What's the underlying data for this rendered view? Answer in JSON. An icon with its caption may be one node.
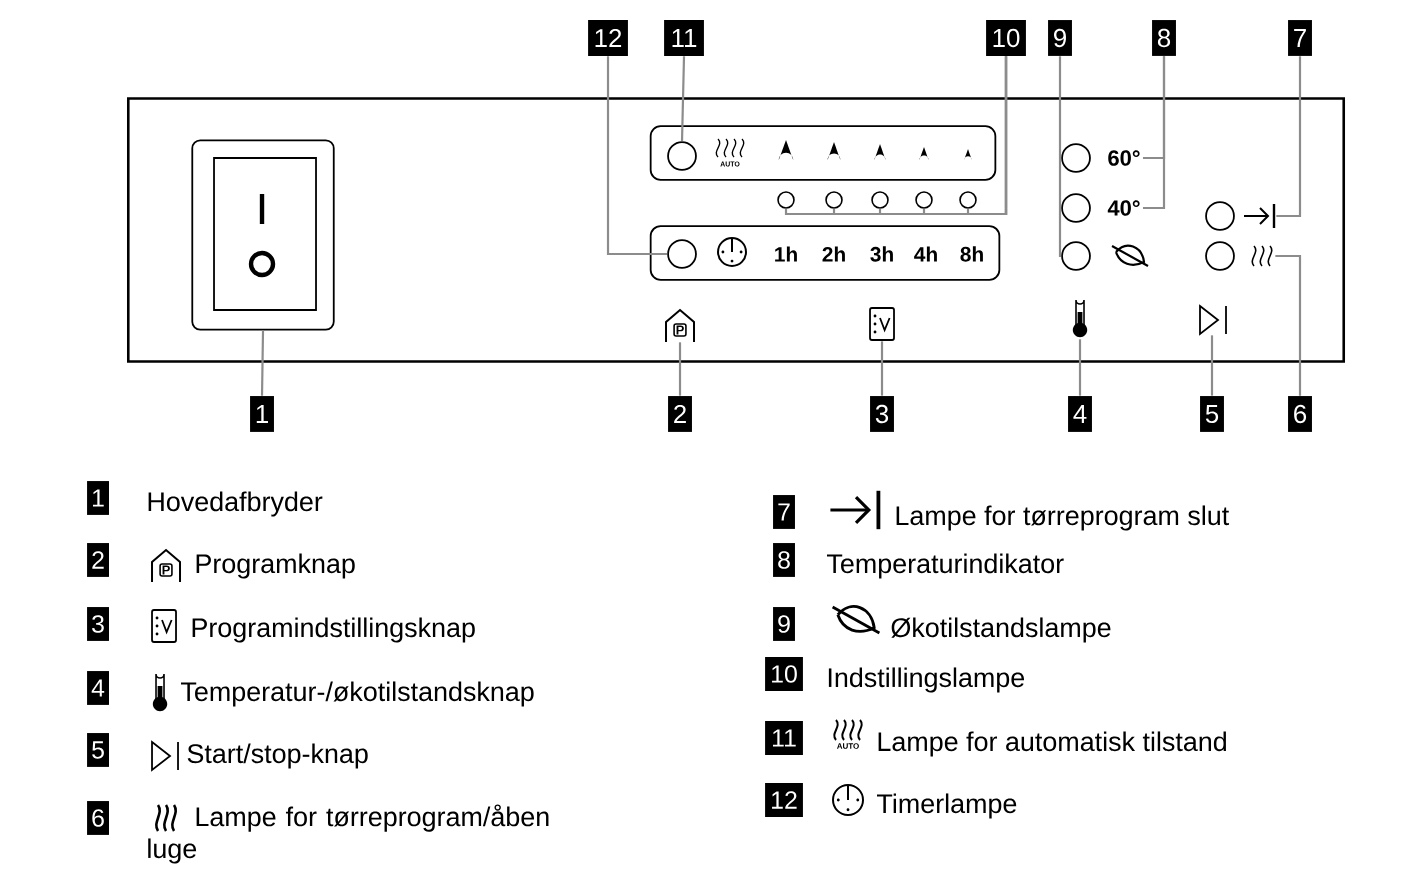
{
  "diagram": {
    "nodes": [
      {
        "text": [],
        "shape": "box"
      },
      {
        "text": [
          "1"
        ]
      },
      {
        "text": [],
        "shape": "box",
        "in": 0
      },
      {
        "text": [
          "2"
        ]
      },
      {
        "text": [
          "P"
        ],
        "in": 0
      },
      {
        "text": [
          "3"
        ]
      },
      {
        "text": [],
        "shape": "box",
        "in": 0
      },
      {
        "text": [
          "4"
        ]
      },
      {
        "text": [],
        "shape": "thermometer",
        "in": 0
      },
      {
        "text": [
          "5"
        ]
      },
      {
        "text": [],
        "shape": "triangle",
        "in": 0
      },
      {
        "text": [
          "6"
        ]
      },
      {
        "text": [],
        "shape": "symbol",
        "in": 0
      },
      {
        "text": [
          "7"
        ]
      },
      {
        "text": [],
        "shape": "symbol",
        "in": 0
      },
      {
        "text": [
          "8"
        ]
      },
      {
        "text": [
          "60°"
        ],
        "in": 0
      },
      {
        "text": [
          "40°"
        ],
        "in": 0
      },
      {
        "text": [
          "9"
        ]
      },
      {
        "text": [],
        "shape": "circle",
        "in": 0
      },
      {
        "text": [
          "10"
        ]
      },
      {
        "text": [],
        "shape": "circle",
        "in": 0
      },
      {
        "text": [],
        "shape": "circle",
        "in": 0
      },
      {
        "text": [],
        "shape": "circle",
        "in": 0
      },
      {
        "text": [],
        "shape": "circle",
        "in": 0
      },
      {
        "text": [],
        "shape": "circle",
        "in": 0
      },
      {
        "text": [
          "11"
        ]
      },
      {
        "text": [],
        "shape": "box",
        "in": 0
      },
      {
        "text": [],
        "shape": "circle",
        "in": 27
      },
      {
        "text": [
          "12"
        ]
      },
      {
        "text": [
          "1h",
          "2h",
          "3h",
          "4h",
          "8h"
        ],
        "in": 0
      },
      {
        "text": [],
        "shape": "circle",
        "in": 30
      },
      {
        "text": [],
        "shape": "circle",
        "in": 0
      },
      {
        "text": [],
        "shape": "circle",
        "in": 0
      },
      {
        "text": [],
        "shape": "circle",
        "in": 0
      },
      {
        "text": [],
        "shape": "circle",
        "in": 0
      },
      {
        "text": [
          "1"
        ],
        "beside": [
          "Hovedafbryder"
        ]
      },
      {
        "text": [
          "2"
        ],
        "beside": [
          "Programknap"
        ]
      },
      {
        "text": [
          "3"
        ],
        "beside": [
          "Programindstillingsknap"
        ]
      },
      {
        "text": [
          "4"
        ],
        "beside": [
          "Temperatur-/økotilstandsknap"
        ]
      },
      {
        "text": [
          "5"
        ],
        "beside": [
          "Start/stop-knap"
        ]
      },
      {
        "text": [
          "6"
        ],
        "beside": [
          "Lampe for tørreprogram/åben luge"
        ]
      },
      {
        "text": [
          "7"
        ],
        "beside": [
          "Lampe for tørreprogram slut"
        ]
      },
      {
        "text": [
          "8"
        ],
        "beside": [
          "Temperaturindikator"
        ]
      },
      {
        "text": [
          "9"
        ],
        "beside": [
          "Økotilstandslampe"
        ]
      },
      {
        "text": [
          "10"
        ],
        "beside": [
          "Indstillingslampe"
        ]
      },
      {
        "text": [
          "11"
        ],
        "beside": [
          "Lampe for automatisk tilstand"
        ]
      },
      {
        "text": [
          "12"
        ],
        "beside": [
          "Timerlampe"
        ]
      }
    ],
    "edges": [
      {
        "from": 1,
        "to": 2,
        "arrow": "none"
      },
      {
        "from": 3,
        "to": 4,
        "arrow": "none"
      },
      {
        "from": 5,
        "to": 6,
        "arrow": "none"
      },
      {
        "from": 7,
        "to": 8,
        "arrow": "none"
      },
      {
        "from": 9,
        "to": 10,
        "arrow": "none"
      },
      {
        "from": 11,
        "to": 14,
        "arrow": "none"
      },
      {
        "from": 13,
        "to": 12,
        "arrow": "none"
      },
      {
        "from": 15,
        "to": 16,
        "arrow": "none"
      },
      {
        "from": 15,
        "to": 17,
        "arrow": "none"
      },
      {
        "from": 18,
        "to": 19,
        "arrow": "none"
      },
      {
        "from": 20,
        "to": 21,
        "arrow": "none"
      },
      {
        "from": 20,
        "to": 22,
        "arrow": "none"
      },
      {
        "from": 20,
        "to": 23,
        "arrow": "none"
      },
      {
        "from": 20,
        "to": 24,
        "arrow": "none"
      },
      {
        "from": 20,
        "to": 25,
        "arrow": "none"
      },
      {
        "from": 26,
        "to": 28,
        "arrow": "none"
      },
      {
        "from": 29,
        "to": 31,
        "arrow": "none"
      }
    ],
    "labels": [
      "AUTO",
      "P",
      "AUTO"
    ]
  }
}
